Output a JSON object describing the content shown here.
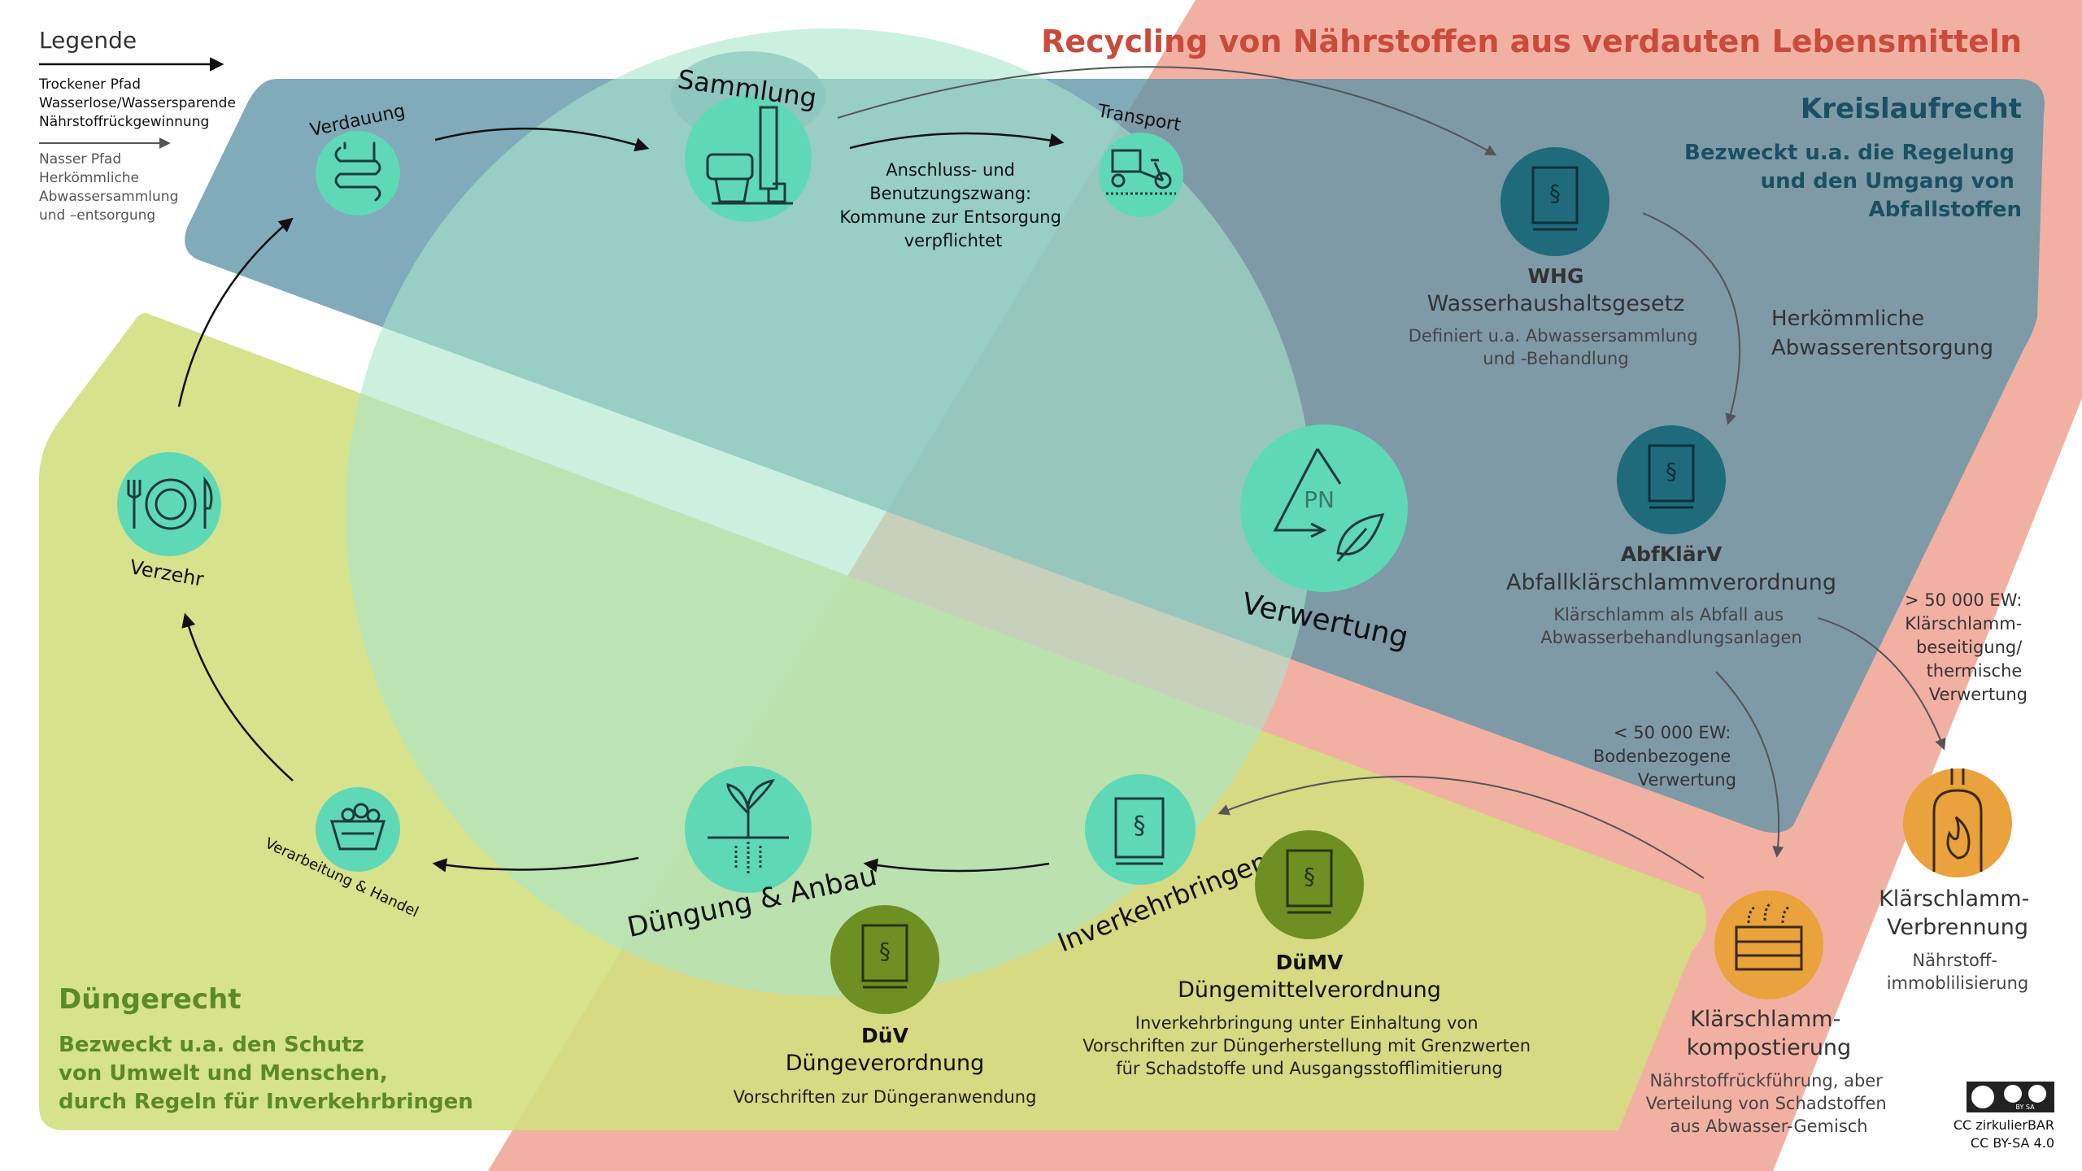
{
  "title": "Recycling von Nährstoffen aus verdauten Lebensmitteln",
  "legend": {
    "heading": "Legende",
    "dry": [
      "Trockener Pfad",
      "Wasserlose/Wassersparende",
      "Nährstoffrückgewinnung"
    ],
    "wet": [
      "Nasser Pfad",
      "Herkömmliche",
      "Abwassersammlung",
      "und –entsorgung"
    ]
  },
  "kreislaufrecht": {
    "heading": "Kreislaufrecht",
    "desc": [
      "Bezweckt u.a. die Regelung",
      "und den Umgang von",
      "Abfallstoffen"
    ]
  },
  "duengerecht": {
    "heading": "Düngerecht",
    "desc": [
      "Bezweckt u.a. den Schutz",
      "von Umwelt und Menschen,",
      "durch Regeln für Inverkehrbringen"
    ]
  },
  "cycle": {
    "verdauung": "Verdauung",
    "sammlung": "Sammlung",
    "transport": "Transport",
    "verwertung": "Verwertung",
    "inverkehrbringen": "Inverkehrbringen",
    "duengung": "Düngung & Anbau",
    "verarbeitung": "Verarbeitung & Handel",
    "verzehr": "Verzehr",
    "pn": "PN"
  },
  "anschluss": [
    "Anschluss- und",
    "Benutzungszwang:",
    "Kommune zur Entsorgung",
    "verpflichtet"
  ],
  "laws": {
    "whg": {
      "abbr": "WHG",
      "name": "Wasserhaushaltsgesetz",
      "desc": [
        "Definiert u.a. Abwassersammlung",
        "und -Behandlung"
      ]
    },
    "abfklaerv": {
      "abbr": "AbfKlärV",
      "name": "Abfallklärschlammverordnung",
      "desc": [
        "Klärschlamm als Abfall aus",
        "Abwasserbehandlungsanlagen"
      ]
    },
    "duemv": {
      "abbr": "DüMV",
      "name": "Düngemittelverordnung",
      "desc": [
        "Inverkehrbringung unter Einhaltung von",
        "Vorschriften zur Düngerherstellung mit Grenzwerten",
        "für Schadstoffe und Ausgangsstofflimitierung"
      ]
    },
    "duev": {
      "abbr": "DüV",
      "name": "Düngeverordnung",
      "desc": [
        "Vorschriften zur Düngeranwendung"
      ]
    }
  },
  "herkoemmlich": [
    "Herkömmliche",
    "Abwasserentsorgung"
  ],
  "ew_small": [
    "< 50 000 EW:",
    "Bodenbezogene",
    "Verwertung"
  ],
  "ew_large": [
    "> 50 000 EW:",
    "Klärschlamm-",
    "beseitigung/",
    "thermische",
    "Verwertung"
  ],
  "kompost": {
    "name": [
      "Klärschlamm-",
      "kompostierung"
    ],
    "desc": [
      "Nährstoffrückführung, aber",
      "Verteilung von Schadstoffen",
      "aus Abwasser-Gemisch"
    ]
  },
  "verbrennung": {
    "name": [
      "Klärschlamm-",
      "Verbrennung"
    ],
    "desc": [
      "Nährstoff-",
      "immoblilisierung"
    ]
  },
  "license": {
    "badge": "BY SA",
    "org": "CC zirkulierBAR",
    "lic": "CC BY-SA 4.0"
  },
  "colors": {
    "salmon": "#f2b0a2",
    "blue_band": "#6a9fb1",
    "green_band": "#cddc7a",
    "circle_fill": "#9fd8c3",
    "mint": "#5fd9b5",
    "law_blue": "#1f6b7c",
    "law_green": "#6e8f22",
    "orange": "#e9a23c",
    "title_red": "#c94b3b",
    "dark_green_text": "#5b8a28",
    "dark_blue_text": "#1b4f63"
  }
}
